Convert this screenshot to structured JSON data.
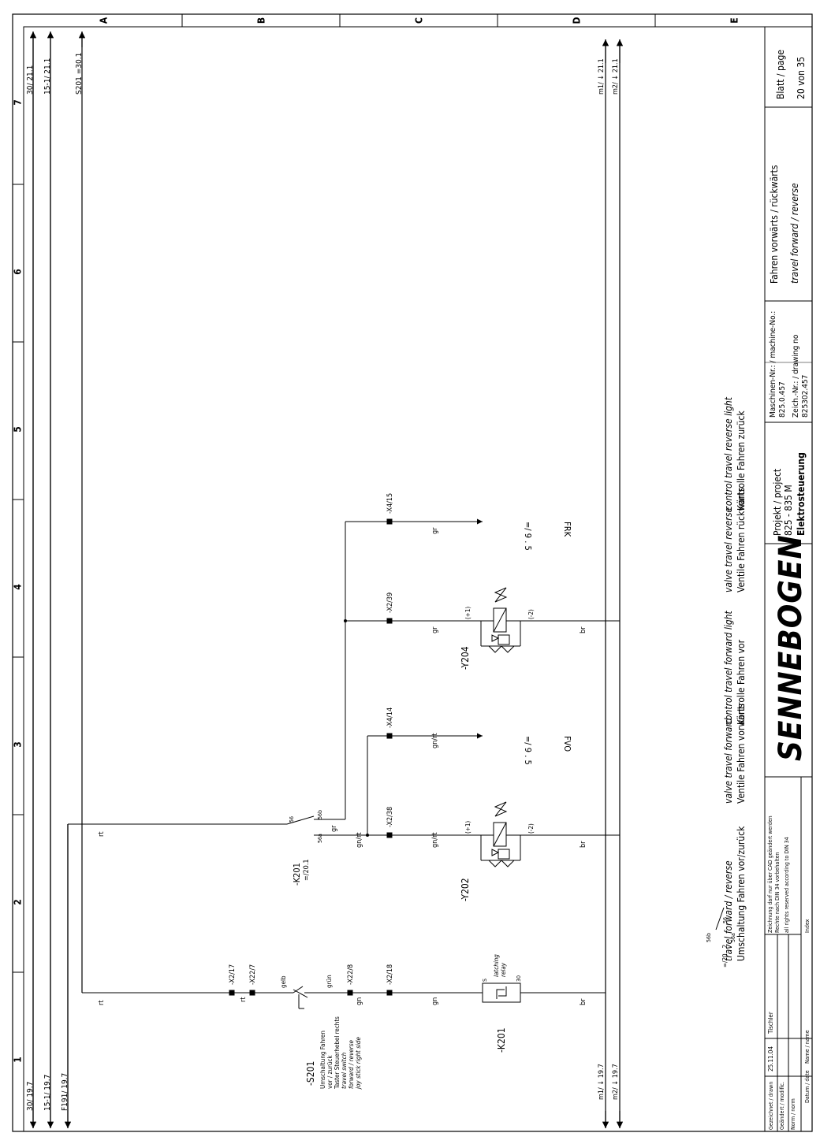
{
  "grid": {
    "columns": [
      "A",
      "B",
      "C",
      "D",
      "E"
    ],
    "rows": [
      "1",
      "2",
      "3",
      "4",
      "5",
      "6",
      "7"
    ]
  },
  "rails": {
    "left_top": [
      "30/ 21.1",
      "15-1/ 21.1",
      "S201 =30.1"
    ],
    "left_bottom": [
      "30/ 19.7",
      "15-1/ 19.7",
      "F191/ 19.7"
    ],
    "right_top": [
      "m1/ ↓ 21.1",
      "m2/ ↓ 21.1"
    ],
    "right_bottom": [
      "m1/ ↓ 19.7",
      "m2/ ↓ 19.7"
    ]
  },
  "components": {
    "s201_label": "-S201",
    "s201_desc": [
      "Umschaltung Fahren",
      "vor / zurück",
      "Taster Steuerhebel rechts",
      "travel switch",
      "forward / reverse",
      "joy stick right side"
    ],
    "s201_wires": {
      "in": "gelb",
      "out": "grün"
    },
    "k201_label": "-K201",
    "k201_ref": "=/20.1",
    "k201_pins": {
      "p56": "56",
      "p56a": "56a",
      "p56b": "56b",
      "s": "S",
      "p30": "30"
    },
    "k201_note": [
      "latching",
      "relay"
    ],
    "k201_xref": {
      "ref": "=/20 . 2",
      "p56b": "56b",
      "p56": "56",
      "p56a": "56a"
    },
    "y202_label": "-Y202",
    "y204_label": "-Y204",
    "plus": "(+1)",
    "minus": "(-2)"
  },
  "connectors": {
    "x2_17": "-X2/17",
    "x22_7": "-X22/7",
    "x22_8": "-X22/8",
    "x2_18": "-X2/18",
    "x2_38": "-X2/38",
    "x2_39": "-X2/39",
    "x4_14": "-X4/14",
    "x4_15": "-X4/15"
  },
  "wire_colors": {
    "rt": "rt",
    "gn": "gn",
    "gnrt": "gn/rt",
    "br": "br",
    "gr": "gr",
    "grn": "gr"
  },
  "outputs": {
    "fvo": {
      "ref": "=/ 9 . 5",
      "name": "FVO"
    },
    "frk": {
      "ref": "=/ 9 . 5",
      "name": "FRK"
    }
  },
  "circuits": [
    {
      "de": "Umschaltung Fahren vor/zurück",
      "en": "travel forward / reverse"
    },
    {
      "de": "Ventile Fahren vorwärts",
      "en": "valve travel forward"
    },
    {
      "de": "Kontrolle Fahren vor",
      "en": "control travel forward light"
    },
    {
      "de": "Ventile Fahren rückwärts",
      "en": "valve travel reverse"
    },
    {
      "de": "Kontrolle Fahren zurück",
      "en": "control travel reverse light"
    }
  ],
  "title_block": {
    "drawn": "Gezeichnet / drawn",
    "modified": "Geändert / modific.",
    "norm": "Norm / norm",
    "date_label": "Datum / date",
    "name_label": "Name / name",
    "date": "25.11.04",
    "name": "Tischler",
    "rights": [
      "Zeichnung darf nur über CAD geändert werden",
      "Rechte nach DIN 34 vorbehalten",
      "all rights reserved according to DIN 34"
    ],
    "index": "Index",
    "logo": "SENNEBOGEN",
    "project_label": "Projekt / project",
    "project": "825 - 835 M",
    "project_sub": "Elektrosteuerung",
    "machine_label": "Maschinen-Nr.: / machine-No.:",
    "machine": "825.0.457",
    "drawing_label": "Zeich.-Nr.: / drawing no",
    "drawing": "825302.457",
    "title_de": "Fahren vorwärts / rückwärts",
    "title_en": "travel forward / reverse",
    "page_label": "Blatt / page",
    "page": "20 von 35"
  }
}
